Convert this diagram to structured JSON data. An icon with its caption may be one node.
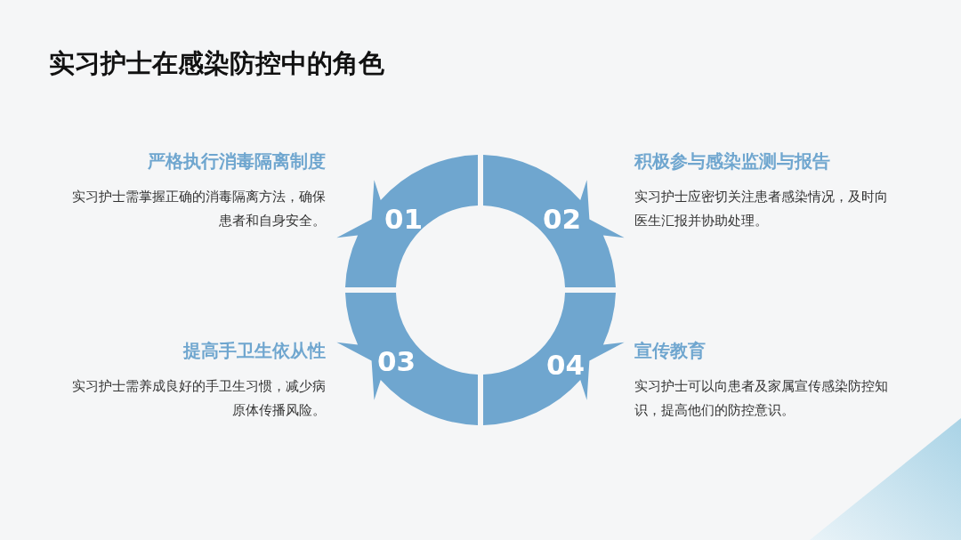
{
  "diagram": {
    "title": "实习护士在感染防控中的角色",
    "nodes": [
      {
        "text": [
          "01"
        ]
      },
      {
        "text": [
          "02"
        ]
      },
      {
        "text": [
          "03"
        ]
      },
      {
        "text": [
          "04"
        ]
      }
    ],
    "labels": [
      "严格执行消毒隔离制度",
      "实习护士需掌握正确的消毒隔离方法，确保患者和自身安全。",
      "积极参与感染监测与报告",
      "实习护士应密切关注患者感染情况，及时向医生汇报并协助处理。",
      "提高手卫生依从性",
      "实习护士需养成良好的手卫生习惯，减少病原体传播风险。",
      "宣传教育",
      "实习护士可以向患者及家属宣传感染防控知识，提高他们的防控意识。"
    ]
  }
}
